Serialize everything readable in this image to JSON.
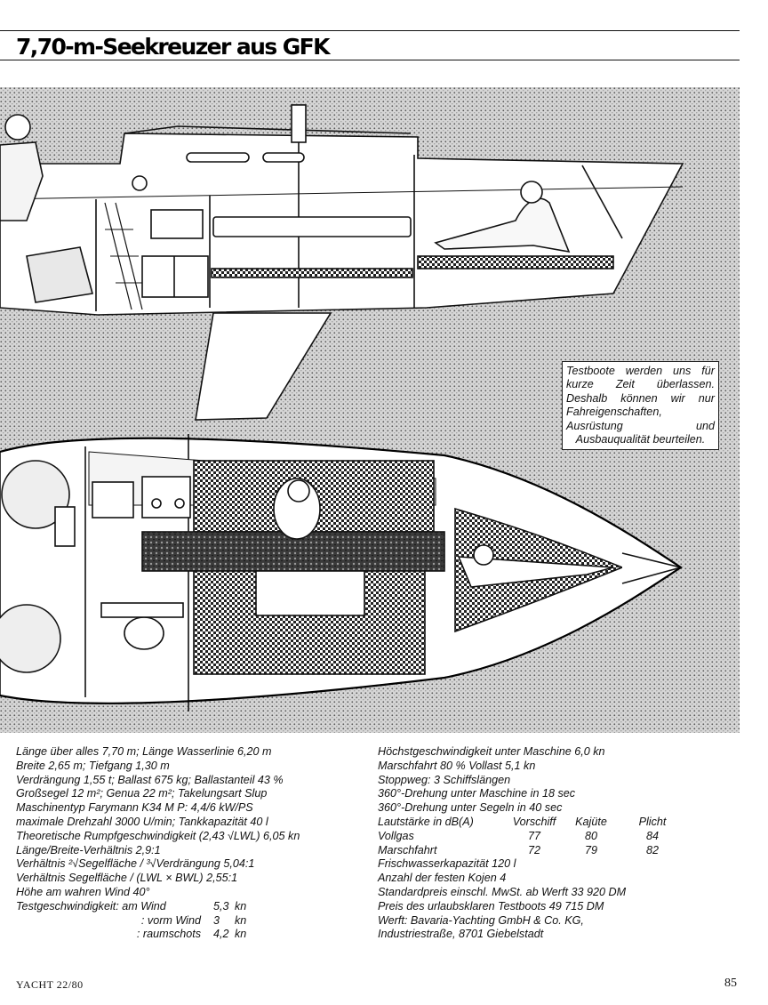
{
  "title": "7,70-m-Seekreuzer aus GFK",
  "notice": "Testboote werden uns für kurze Zeit überlassen. Deshalb können wir nur Fahreigenschaften, Ausrüstung und Ausbauqualität beurteilen.",
  "specs_left": {
    "lines": [
      "Länge über alles 7,70 m; Länge Wasserlinie 6,20 m",
      "Breite 2,65 m; Tiefgang 1,30 m",
      "Verdrängung 1,55 t; Ballast 675 kg; Ballastanteil 43 %",
      "Großsegel 12 m²; Genua 22 m²; Takelungsart Slup",
      "Maschinentyp Farymann K34 M P: 4,4/6 kW/PS",
      "maximale Drehzahl 3000 U/min; Tankkapazität 40 l",
      "Theoretische Rumpfgeschwindigkeit (2,43 √LWL) 6,05 kn",
      "Länge/Breite-Verhältnis 2,9:1",
      "Verhältnis ²√Segelfläche / ³√Verdrängung 5,04:1",
      "Verhältnis Segelfläche / (LWL × BWL) 2,55:1",
      "Höhe am wahren Wind 40°"
    ],
    "speed_rows": [
      {
        "label": "Testgeschwindigkeit: am Wind",
        "value": "5,3",
        "unit": "kn"
      },
      {
        "label": ": vorm Wind",
        "value": "3",
        "unit": "kn"
      },
      {
        "label": ": raumschots",
        "value": "4,2",
        "unit": "kn"
      }
    ]
  },
  "specs_right": {
    "lines_top": [
      "Höchstgeschwindigkeit unter Maschine 6,0 kn",
      "Marschfahrt  80 % Vollast 5,1 kn",
      "Stoppweg: 3 Schiffslängen",
      "360°-Drehung unter Maschine in 18 sec",
      "360°-Drehung unter Segeln in 40 sec"
    ],
    "noise_header": [
      "Lautstärke in dB(A)",
      "Vorschiff",
      "Kajüte",
      "Plicht"
    ],
    "noise_rows": [
      [
        "Vollgas",
        "77",
        "80",
        "84"
      ],
      [
        "Marschfahrt",
        "72",
        "79",
        "82"
      ]
    ],
    "lines_bottom": [
      "Frischwasserkapazität 120 l",
      "Anzahl der festen Kojen 4",
      "Standardpreis einschl. MwSt. ab Werft 33 920 DM",
      "Preis des urlaubsklaren Testboots 49 715 DM",
      "Werft: Bavaria-Yachting GmbH & Co. KG,",
      "Industriestraße, 8701 Giebelstadt"
    ]
  },
  "footer_left": "YACHT 22/80",
  "page_number": "85"
}
